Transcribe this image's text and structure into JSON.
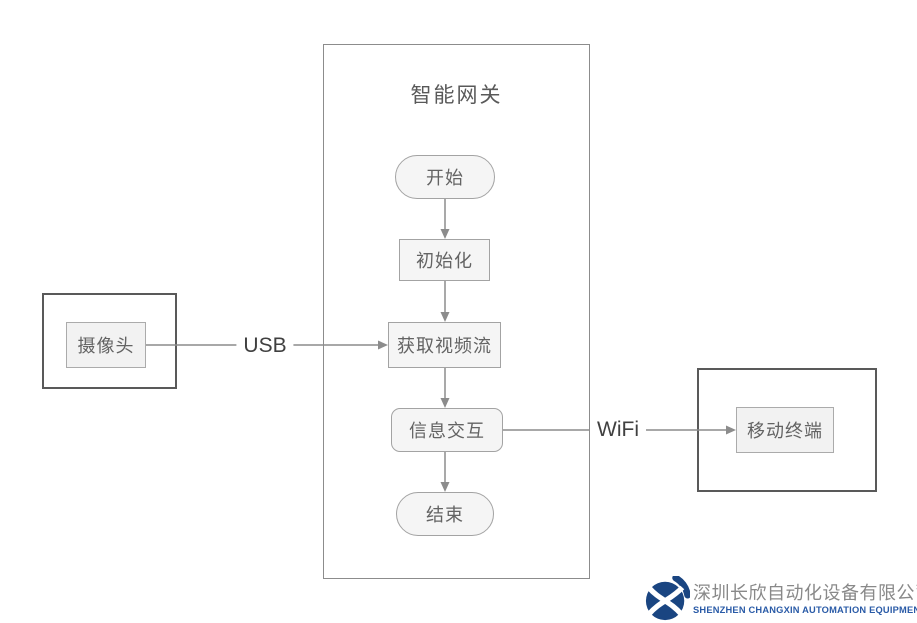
{
  "gateway": {
    "title": "智能网关",
    "nodes": {
      "start": "开始",
      "init": "初始化",
      "get_video": "获取视频流",
      "info_exchange": "信息交互",
      "end": "结束"
    }
  },
  "peripherals": {
    "camera": "摄像头",
    "mobile_terminal": "移动终端"
  },
  "links": {
    "usb": "USB",
    "wifi": "WiFi"
  },
  "footer": {
    "company_cn": "深圳长欣自动化设备有限公司",
    "company_en": "SHENZHEN CHANGXIN AUTOMATION EQUIPMENT CO. LTD"
  },
  "colors": {
    "node_border": "#a3a3a3",
    "node_fill": "#f5f5f5",
    "node_text": "#636363",
    "connector": "#8c8c8c",
    "outer_box_border": "#595959",
    "container_border": "#8c8c8c",
    "edge_label_text": "#404040",
    "logo_blue": "#1a4581",
    "company_cn_color": "#898989",
    "company_en_color": "#2a5ba7"
  }
}
